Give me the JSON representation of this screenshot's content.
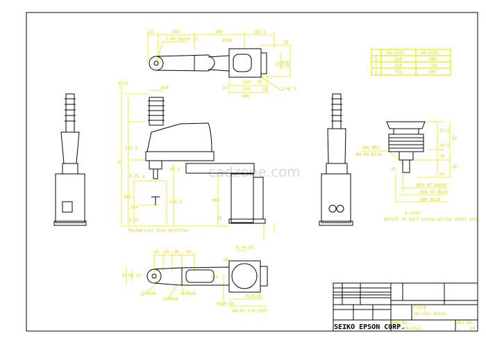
{
  "title": "G6-55xC Robot outline drawing",
  "colors": {
    "outline": "#000000",
    "dimension": "#e8e800",
    "watermark": "#d9d9d9"
  },
  "watermark": "cadzone.com",
  "top_view": {
    "dims": [
      "53",
      "250",
      "300",
      "165.5",
      "2-M4 depth 11",
      "Ø160",
      "15",
      "73",
      "150",
      "180",
      "110",
      "15",
      "15",
      "150",
      "15",
      "180",
      "2-M5 3"
    ]
  },
  "side_view": {
    "dims": [
      "4.25",
      "Ø38",
      "233.5",
      "H",
      "4.25",
      "A",
      "301",
      "150",
      "1.25",
      "81.5",
      "316.5",
      "405",
      "20"
    ],
    "note": "Mechanical stop position"
  },
  "detail_view": {
    "dims": [
      "37.5",
      "34.5",
      "95",
      "18",
      "30",
      "10",
      "15",
      "1mm Ø02",
      "Ø4.00 Ø120",
      "Ø20 H7 depth",
      "Ø16 h7 Ø120",
      "Ø40 Ø120"
    ],
    "caption_1": "A view",
    "caption_2": "Detail of ball screw spline shaft end"
  },
  "bottom_view": {
    "dims": [
      "35",
      "20",
      "20",
      "80",
      "91",
      "60",
      "25",
      "110",
      "2-M4x8",
      "4-M4x8",
      "4-M4x8",
      "6 +0.05",
      "60",
      "75±0.05",
      "55±0.05",
      "Ø8 H7 (+0.015)"
    ]
  },
  "spec_table": {
    "headers": [
      "",
      "G6-551C",
      "G6-553C"
    ],
    "rows": [
      [
        "b",
        "150",
        "300"
      ],
      [
        "c",
        "118",
        "-34"
      ],
      [
        "d",
        "792",
        "942"
      ]
    ]
  },
  "title_block": {
    "company": "SEIKO EPSON CORP.",
    "title_label": "TITLE",
    "title_value": "G6-55xC Robot",
    "dwg_label": "DWG.No.",
    "dwg_value": "G6-55xC",
    "rev_label": "REV.No.",
    "rev_value": "00"
  }
}
